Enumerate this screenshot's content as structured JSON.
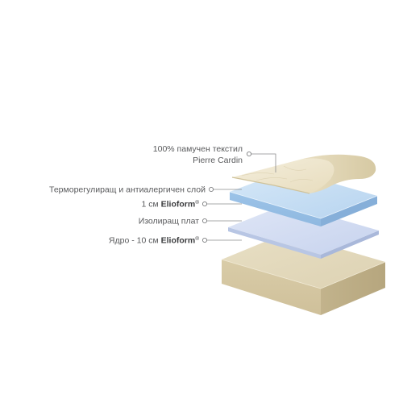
{
  "labels": {
    "textile_line1": "100% памучен текстил",
    "textile_line2": "Pierre Cardin",
    "thermo": "Терморегулиращ и антиалергичен слой",
    "elioform_top_prefix": "1 см ",
    "elioform_top_brand": "Elioform",
    "elioform_top_mark": "®",
    "isolating": "Изолиращ плат",
    "core_prefix": "Ядро - 10 см ",
    "core_brand": "Elioform",
    "core_mark": "®"
  },
  "colors": {
    "background": "#ffffff",
    "label_text": "#58595b",
    "cotton_layer": "#ede4cc",
    "blue_foam": "#bcd9f2",
    "isolating_fabric": "#cdd8ee",
    "core_foam": "#dcd0af"
  }
}
